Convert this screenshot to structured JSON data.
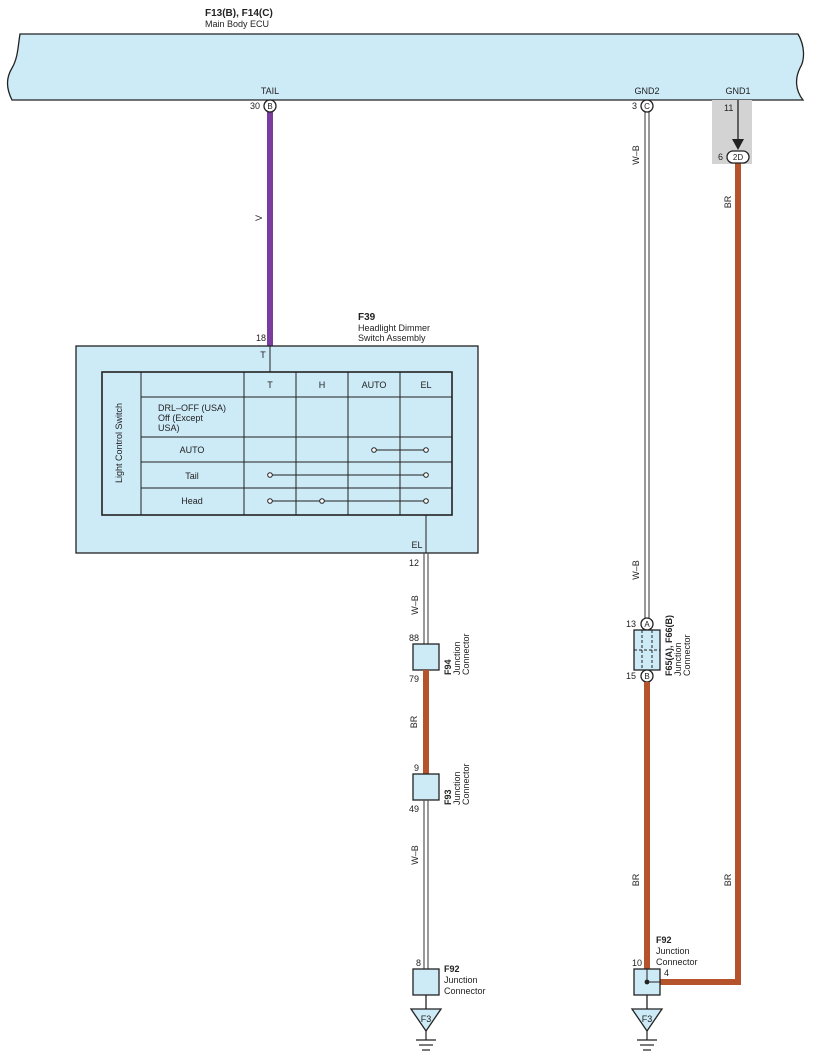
{
  "ecu": {
    "code": "F13(B), F14(C)",
    "name": "Main Body ECU"
  },
  "ecu_pins": {
    "tail": {
      "name": "TAIL",
      "pin": "30",
      "connector": "B"
    },
    "gnd2": {
      "name": "GND2",
      "pin": "3",
      "connector": "C"
    },
    "gnd1": {
      "name": "GND1",
      "pin": "11",
      "terminal": "6",
      "connector": "2D"
    }
  },
  "wires": {
    "violet": "V",
    "wb_upper_right": "W–B",
    "br_right_upper": "BR",
    "wb_right_mid": "W–B",
    "wb_el": "W–B",
    "br_mid": "BR",
    "wb_lower": "W–B",
    "br_right_lower": "BR",
    "br_right_lower2": "BR"
  },
  "switch": {
    "code": "F39",
    "name_line1": "Headlight Dimmer",
    "name_line2": "Switch Assembly",
    "in_pin": "18",
    "in_terminal": "T",
    "out_terminal": "EL",
    "out_pin": "12",
    "side_label": "Light Control Switch",
    "columns": [
      "T",
      "H",
      "AUTO",
      "EL"
    ],
    "rows": [
      {
        "label1": "DRL–OFF (USA)",
        "label2": "Off (Except",
        "label3": "USA)"
      },
      {
        "label1": "AUTO"
      },
      {
        "label1": "Tail"
      },
      {
        "label1": "Head"
      }
    ]
  },
  "jc_f94": {
    "code": "F94",
    "line1": "Junction",
    "line2": "Connector",
    "pin_top": "88",
    "pin_bottom": "79"
  },
  "jc_f93": {
    "code": "F93",
    "line1": "Junction",
    "line2": "Connector",
    "pin_top": "9",
    "pin_bottom": "49"
  },
  "jc_f92_left": {
    "code": "F92",
    "line1": "Junction",
    "line2": "Connector",
    "pin_top": "8",
    "ground": "F3"
  },
  "jc_f65": {
    "code": "F65(A), F66(B)",
    "line1": "Junction",
    "line2": "Connector",
    "pin_top": "13",
    "conn_top": "A",
    "pin_bottom": "15",
    "conn_bottom": "B"
  },
  "jc_f92_right": {
    "code": "F92",
    "line1": "Junction",
    "line2": "Connector",
    "pin_top": "10",
    "pin_side": "4",
    "ground": "F3"
  },
  "colors": {
    "violet": "#7a3c9e",
    "brown": "#b5532c",
    "component": "#cdeaf7",
    "shade": "#d3d3d3"
  }
}
